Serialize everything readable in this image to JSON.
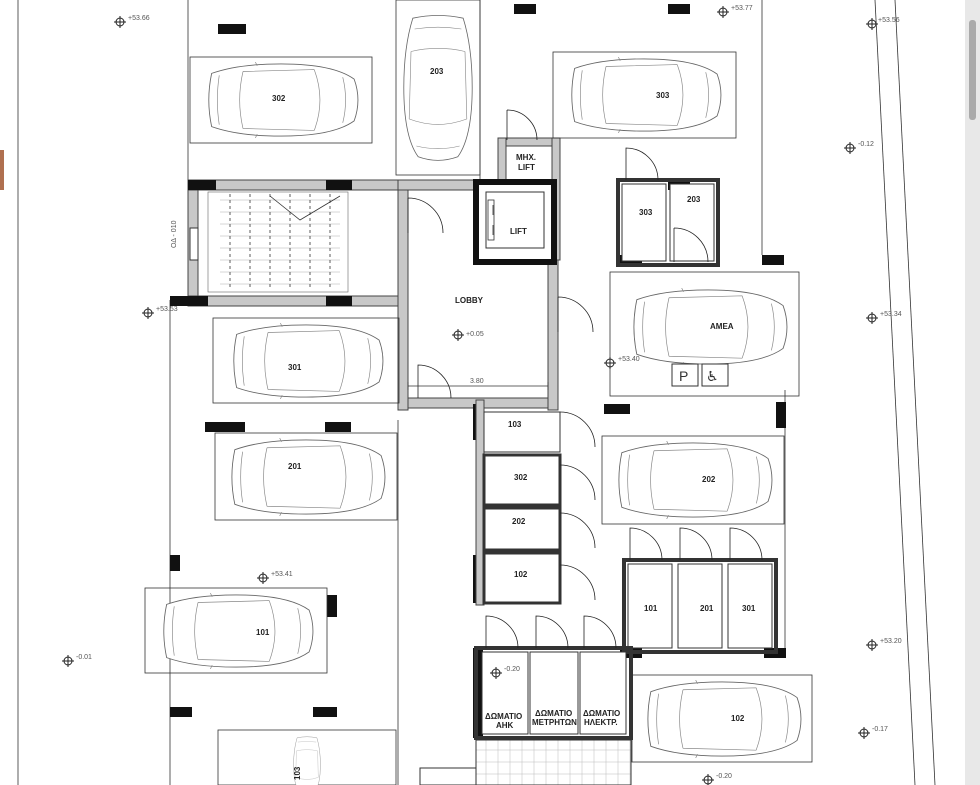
{
  "plan": {
    "lobby": "LOBBY",
    "lift": "LIFT",
    "lift_machine": "ΜΗΧ.\nLIFT",
    "amea": "ΑΜΕΑ",
    "lobby_width": "3.80",
    "lobby_level": "+0.05",
    "stair_note": "ΟΔ - 010"
  },
  "parking_spaces": [
    "302",
    "203",
    "303",
    "301",
    "201",
    "101",
    "103",
    "202",
    "102",
    "ΑΜΕΑ"
  ],
  "storage_rooms": [
    "303",
    "203",
    "103",
    "302",
    "202",
    "102",
    "101",
    "201",
    "301"
  ],
  "service_rooms": [
    "ΔΩΜΑΤΙΟ\nΑΗΚ",
    "ΔΩΜΑΤΙΟ\nΜΕΤΡΗΤΩΝ",
    "ΔΩΜΑΤΙΟ\nΗΛΕΚΤΡ."
  ],
  "levels": [
    "+53.66",
    "+53.77",
    "+53.56",
    "-0.12",
    "+53.53",
    "+53.34",
    "+53.40",
    "+0.05",
    "+53.41",
    "-0.01",
    "-0.20",
    "+53.20",
    "-0.17",
    "-0.20"
  ]
}
